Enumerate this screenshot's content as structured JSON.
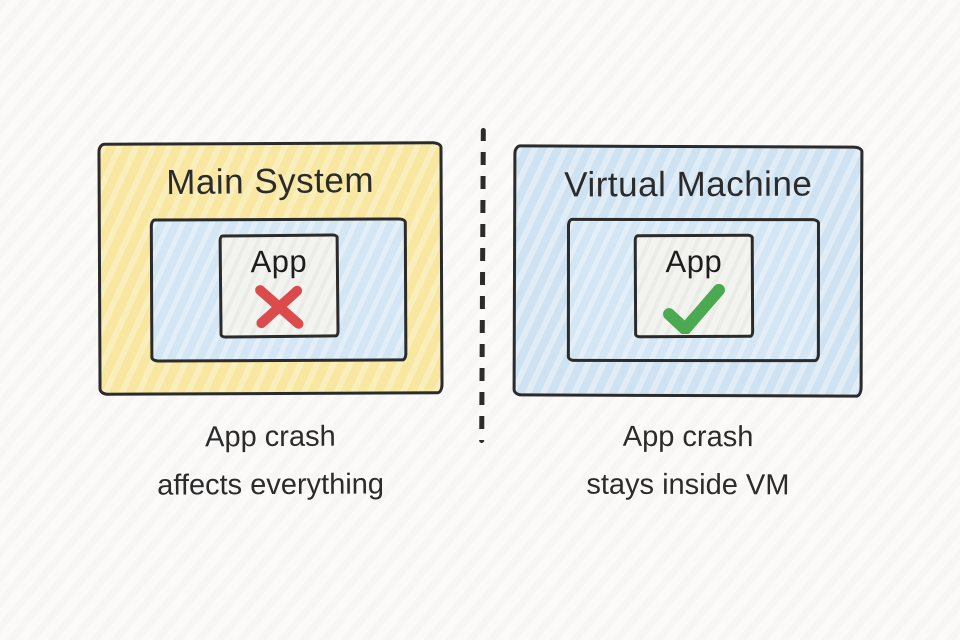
{
  "panels": {
    "left": {
      "title": "Main System",
      "app_label": "App",
      "status_icon": "red-x-icon",
      "caption_line1": "App crash",
      "caption_line2": "affects everything"
    },
    "right": {
      "title": "Virtual Machine",
      "app_label": "App",
      "status_icon": "green-check-icon",
      "caption_line1": "App crash",
      "caption_line2": "stays inside VM"
    }
  },
  "colors": {
    "background": "#FBFAF8",
    "outline": "#2B2B2B",
    "main_system_fill": "#F8E7A1",
    "virtual_machine_fill": "#CFE2F2",
    "inner_box_fill": "#D4E6F4",
    "app_box_fill": "#F3F3F0",
    "crash_x_red": "#DC4B4C",
    "check_green": "#4BA94F"
  }
}
